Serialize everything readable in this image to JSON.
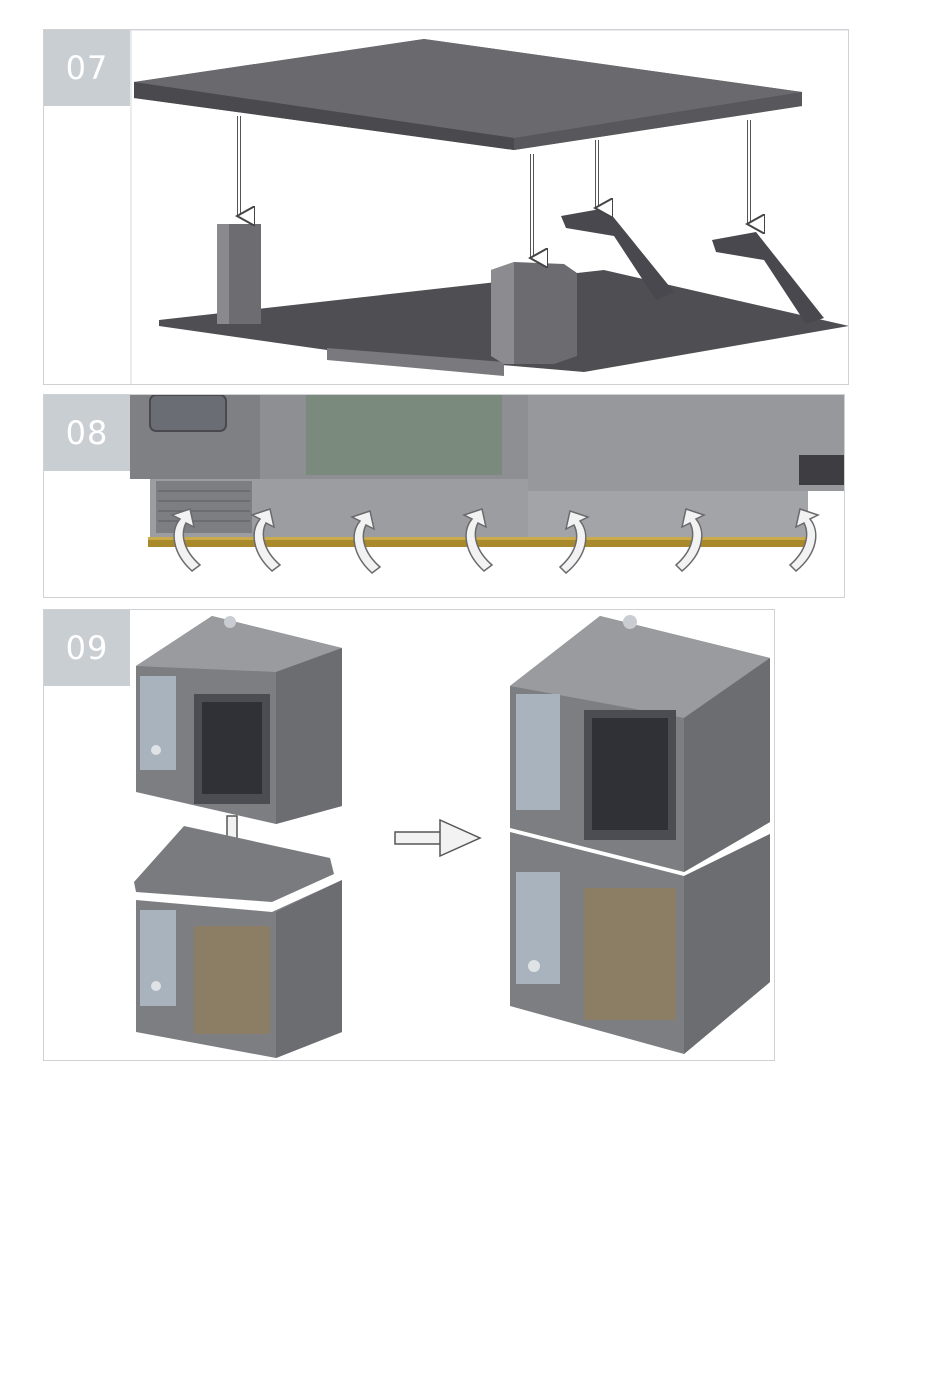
{
  "steps": [
    {
      "number": "07",
      "illustration": "stacking-kit-plate-assembly"
    },
    {
      "number": "08",
      "illustration": "oven-base-rotation-arrows"
    },
    {
      "number": "09",
      "illustration": "oven-stacking-sequence"
    }
  ],
  "colors": {
    "badge": "#c9ced3",
    "panel_border": "#cfd1d4",
    "plate": "#5a5a5e",
    "oven_body": "#8a8b8e",
    "rail": "#a88a2c",
    "arrow": "#f2f2f2"
  }
}
